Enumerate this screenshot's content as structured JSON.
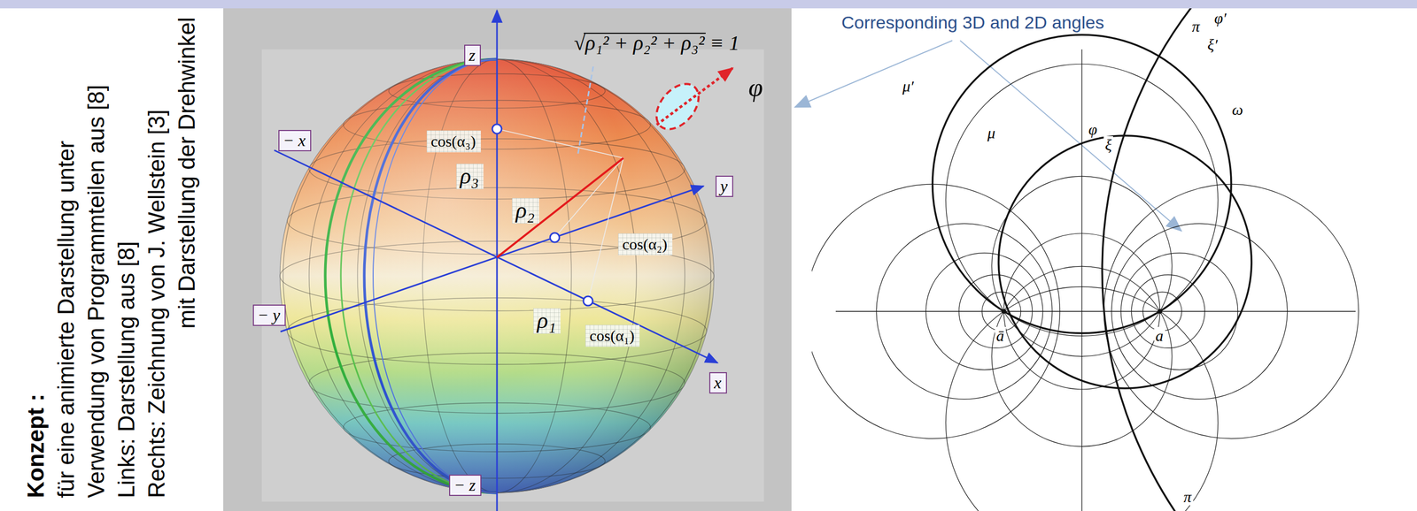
{
  "diagram": {
    "nodes": [
      {
        "text": [
          "z"
        ]
      },
      {
        "text": [
          "− x"
        ]
      },
      {
        "text": [
          "cos(α₃)"
        ]
      },
      {
        "text": [
          "ρ₃"
        ]
      },
      {
        "text": [
          "y"
        ]
      },
      {
        "text": [
          "ρ₂"
        ]
      },
      {
        "text": [
          "cos(α₂)"
        ]
      },
      {
        "text": [
          "− y"
        ]
      },
      {
        "text": [
          "ρ₁"
        ]
      },
      {
        "text": [
          "cos(α₁)"
        ]
      },
      {
        "text": [
          "x"
        ]
      },
      {
        "text": [
          "− z"
        ]
      }
    ],
    "labels": [
      "Konzept :",
      "für eine animierte Darstellung unter",
      "Verwendung von Programmteilen aus [8]",
      "Links: Darstellung aus [8]",
      "Rechts: Zeichnung von J. Wellstein [3]",
      "mit Darstellung der Drehwinkel",
      "√ρ₁² + ρ₂² + ρ₃² ≡ 1",
      "φ",
      "Corresponding 3D and 2D angles",
      "π",
      "φ′",
      "ξ′",
      "μ′",
      "μ",
      "ω",
      "φ",
      "ξ",
      "ā",
      "a",
      "π"
    ]
  }
}
